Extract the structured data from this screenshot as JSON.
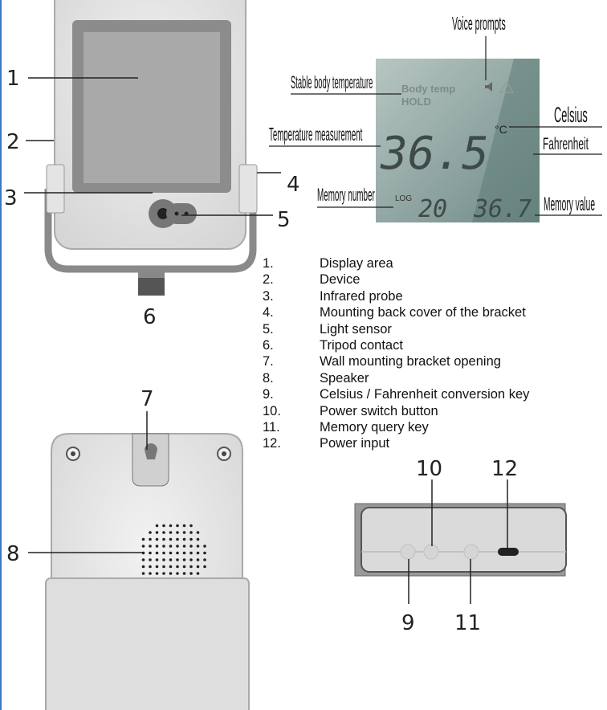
{
  "callouts": {
    "front": [
      "1",
      "2",
      "3",
      "4",
      "5",
      "6"
    ],
    "back": [
      "7",
      "8"
    ],
    "bottom": [
      "9",
      "10",
      "11",
      "12"
    ]
  },
  "lcd": {
    "labels": {
      "voice_prompts": "Voice prompts",
      "stable_body_temperature": "Stable body temperature",
      "temperature_measurement": "Temperature measurement",
      "memory_number": "Memory number",
      "celsius": "Celsius",
      "fahrenheit": "Fahrenheit",
      "memory_value": "Memory value"
    },
    "body_temp": "Body temp",
    "hold": "HOLD",
    "reading": "36.5",
    "unit": "°C",
    "log_label": "LOG",
    "log_number": "20",
    "log_value": "36.7",
    "background_color": "#8fa6a2"
  },
  "legend": [
    {
      "n": "1.",
      "text": "Display area"
    },
    {
      "n": "2.",
      "text": "Device"
    },
    {
      "n": "3.",
      "text": "Infrared probe"
    },
    {
      "n": "4.",
      "text": "Mounting back cover of the bracket"
    },
    {
      "n": "5.",
      "text": "Light sensor"
    },
    {
      "n": "6.",
      "text": "Tripod contact"
    },
    {
      "n": "7.",
      "text": "Wall mounting bracket opening"
    },
    {
      "n": "8.",
      "text": "Speaker"
    },
    {
      "n": "9.",
      "text": "Celsius / Fahrenheit conversion key"
    },
    {
      "n": "10.",
      "text": "Power switch button"
    },
    {
      "n": "11.",
      "text": "Memory query key"
    },
    {
      "n": "12.",
      "text": "Power input"
    }
  ]
}
